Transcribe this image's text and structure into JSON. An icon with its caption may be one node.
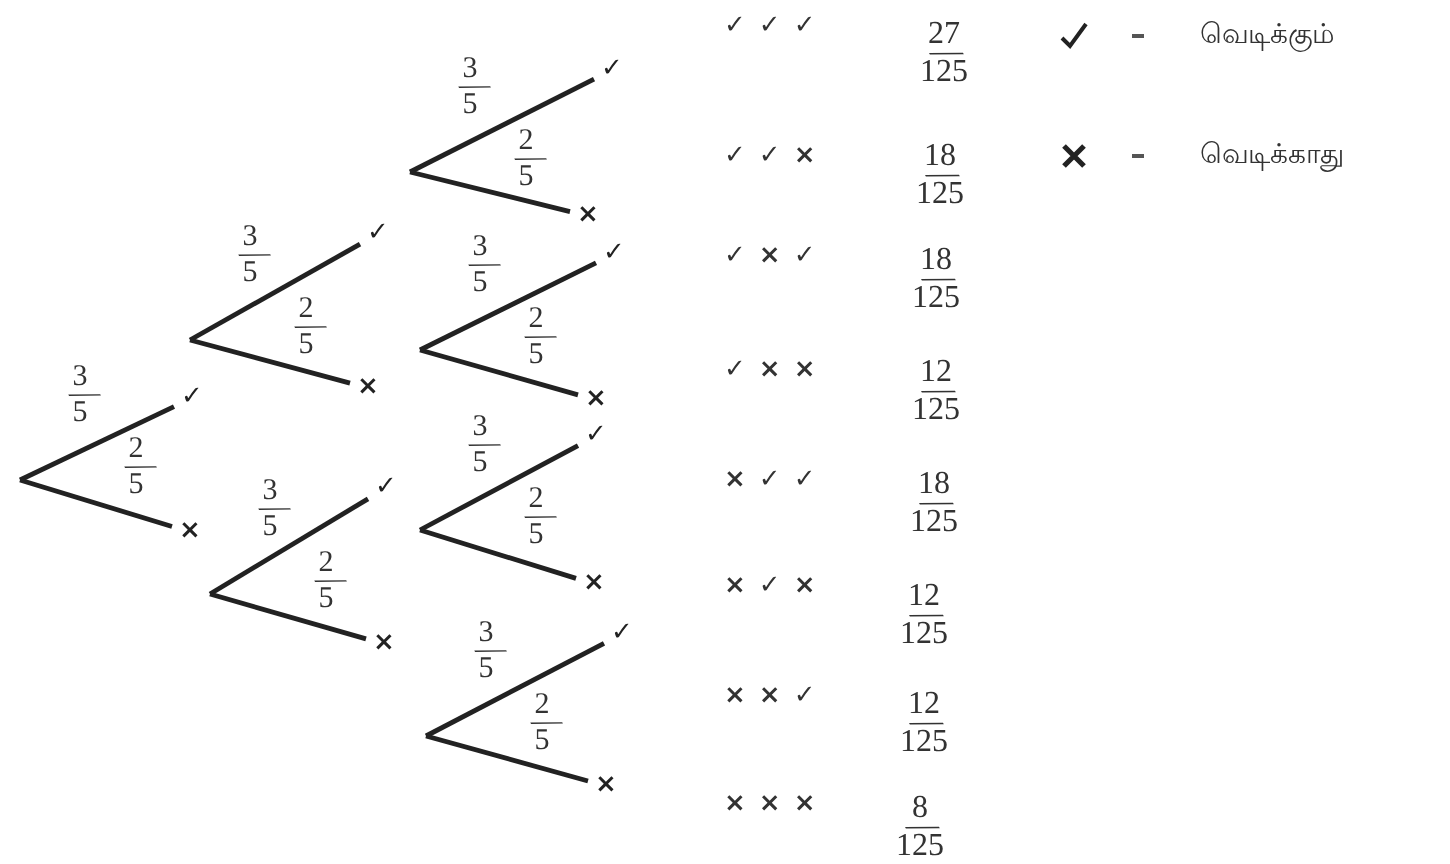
{
  "diagram": {
    "nodes": [
      {
        "text": [
          "✓"
        ]
      },
      {
        "text": [
          "×"
        ]
      },
      {
        "text": [
          "✓"
        ]
      },
      {
        "text": [
          "×"
        ]
      },
      {
        "text": [
          "✓"
        ]
      },
      {
        "text": [
          "×"
        ]
      },
      {
        "text": [
          "✓"
        ]
      },
      {
        "text": [
          "×"
        ]
      },
      {
        "text": [
          "✓"
        ]
      },
      {
        "text": [
          "×"
        ]
      },
      {
        "text": [
          "✓"
        ]
      },
      {
        "text": [
          "×"
        ]
      },
      {
        "text": [
          "✓"
        ]
      },
      {
        "text": [
          "×"
        ]
      }
    ],
    "edges": [
      {
        "from": null,
        "to": 0,
        "arrow": "none",
        "label": "3/5"
      },
      {
        "from": null,
        "to": 1,
        "arrow": "none",
        "label": "2/5"
      },
      {
        "from": null,
        "to": 2,
        "arrow": "none",
        "label": "3/5"
      },
      {
        "from": null,
        "to": 3,
        "arrow": "none",
        "label": "2/5"
      },
      {
        "from": null,
        "to": 4,
        "arrow": "none",
        "label": "3/5"
      },
      {
        "from": null,
        "to": 5,
        "arrow": "none",
        "label": "2/5"
      },
      {
        "from": null,
        "to": 6,
        "arrow": "none",
        "label": "3/5"
      },
      {
        "from": null,
        "to": 7,
        "arrow": "none",
        "label": "2/5"
      },
      {
        "from": null,
        "to": 8,
        "arrow": "none",
        "label": "3/5"
      },
      {
        "from": null,
        "to": 9,
        "arrow": "none",
        "label": "2/5"
      },
      {
        "from": null,
        "to": 10,
        "arrow": "none",
        "label": "3/5"
      },
      {
        "from": null,
        "to": 11,
        "arrow": "none",
        "label": "2/5"
      },
      {
        "from": null,
        "to": 12,
        "arrow": "none",
        "label": "3/5"
      },
      {
        "from": null,
        "to": 13,
        "arrow": "none",
        "label": "2/5"
      }
    ],
    "labels": [
      "✓ ✓ ✓",
      "27/125",
      "✓ ✓ ×",
      "18/125",
      "✓ × ✓",
      "18/125",
      "✓ × ×",
      "12/125",
      "× ✓ ✓",
      "18/125",
      "× ✓ ×",
      "12/125",
      "× × ✓",
      "12/125",
      "× × ×",
      "8/125"
    ],
    "legend": [
      {
        "text": "வெடிக்கும்"
      },
      {
        "text": "வெடிக்காது"
      }
    ]
  }
}
